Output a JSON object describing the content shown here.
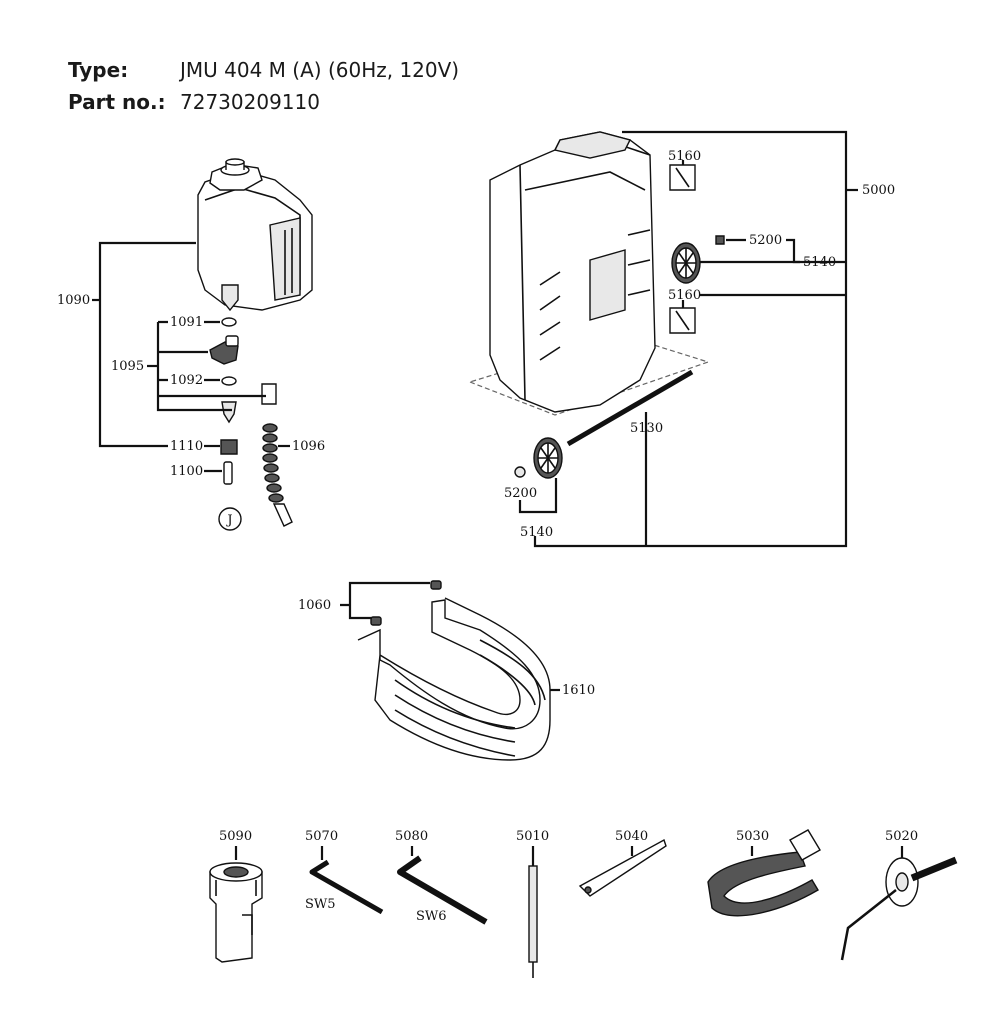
{
  "header": {
    "type_label": "Type:",
    "type_value": "JMU 404 M (A) (60Hz, 120V)",
    "part_label": "Part no.:",
    "part_value": "72730209110"
  },
  "callouts": {
    "c1090": "1090",
    "c1091": "1091",
    "c1092": "1092",
    "c1095": "1095",
    "c1096": "1096",
    "c1100": "1100",
    "c1110": "1110",
    "cJ": "J",
    "c5000": "5000",
    "c5160a": "5160",
    "c5160b": "5160",
    "c5200a": "5200",
    "c5200b": "5200",
    "c5140a": "5140",
    "c5140b": "5140",
    "c5130": "5130",
    "c1060": "1060",
    "c1610": "1610",
    "c5090": "5090",
    "c5070": "5070",
    "c5080": "5080",
    "c5010": "5010",
    "c5040": "5040",
    "c5030": "5030",
    "c5020": "5020",
    "sw5": "SW5",
    "sw6": "SW6"
  }
}
